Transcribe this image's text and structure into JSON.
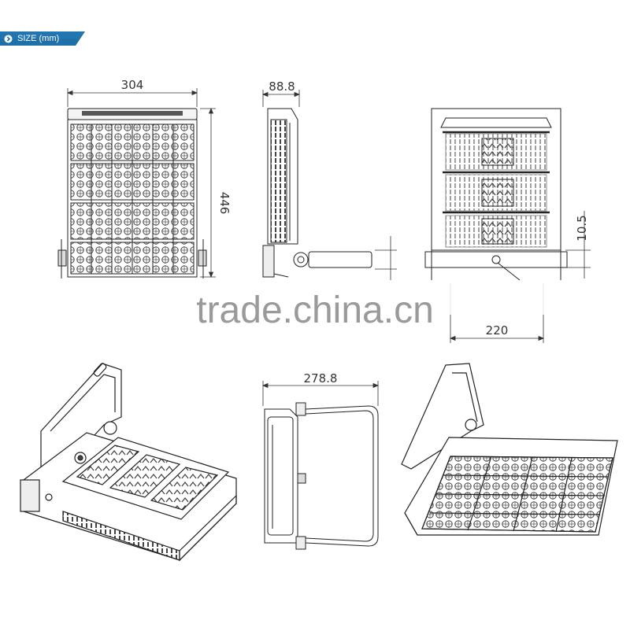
{
  "header": {
    "label": "SIZE (mm)",
    "color": "#1f6fa8",
    "arrow_icon": "chevron-right-circle-icon"
  },
  "dimensions": {
    "front_width": "304",
    "front_height": "446",
    "side_depth": "88.8",
    "back_offset": "10.5",
    "back_width": "220",
    "bracket_depth": "278.8"
  },
  "watermark": {
    "text": "trade.china.cn"
  }
}
